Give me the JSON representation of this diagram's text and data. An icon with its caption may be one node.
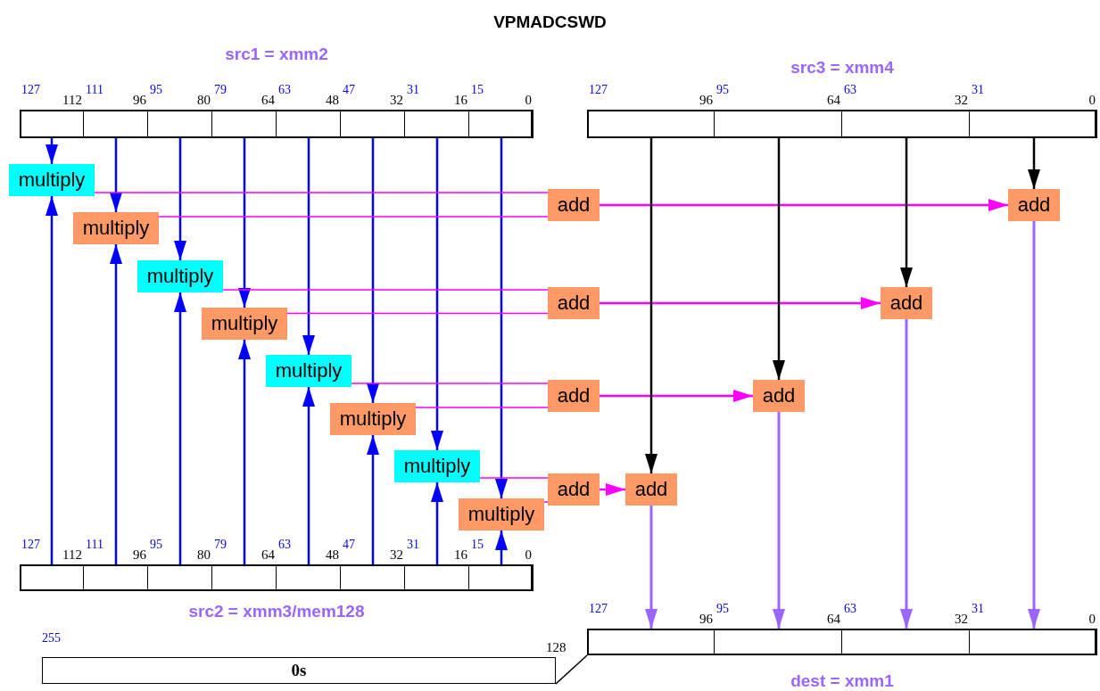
{
  "diagram": {
    "title": "VPMADCSWD",
    "nodes": [
      {
        "text": [
          "src1 = xmm2"
        ]
      },
      {
        "text": [],
        "shape": "box",
        "in": 0
      },
      {
        "text": [],
        "shape": "box",
        "in": 0
      },
      {
        "text": [],
        "shape": "box",
        "in": 0
      },
      {
        "text": [],
        "shape": "box",
        "in": 0
      },
      {
        "text": [],
        "shape": "box",
        "in": 0
      },
      {
        "text": [],
        "shape": "box",
        "in": 0
      },
      {
        "text": [],
        "shape": "box",
        "in": 0
      },
      {
        "text": [],
        "shape": "box",
        "in": 0
      },
      {
        "text": [
          "src3 = xmm4"
        ]
      },
      {
        "text": [],
        "shape": "box",
        "in": 9
      },
      {
        "text": [],
        "shape": "box",
        "in": 9
      },
      {
        "text": [],
        "shape": "box",
        "in": 9
      },
      {
        "text": [],
        "shape": "box",
        "in": 9
      },
      {
        "text": [
          "multiply"
        ]
      },
      {
        "text": [
          "multiply"
        ]
      },
      {
        "text": [
          "multiply"
        ]
      },
      {
        "text": [
          "multiply"
        ]
      },
      {
        "text": [
          "multiply"
        ]
      },
      {
        "text": [
          "multiply"
        ]
      },
      {
        "text": [
          "multiply"
        ]
      },
      {
        "text": [
          "multiply"
        ]
      },
      {
        "text": [
          "add"
        ]
      },
      {
        "text": [
          "add"
        ]
      },
      {
        "text": [
          "add"
        ]
      },
      {
        "text": [
          "add"
        ]
      },
      {
        "text": [
          "add"
        ]
      },
      {
        "text": [
          "add"
        ]
      },
      {
        "text": [
          "add"
        ]
      },
      {
        "text": [
          "add"
        ]
      },
      {
        "text": [
          "src2 = xmm3/mem128"
        ]
      },
      {
        "text": [],
        "shape": "box",
        "in": 30
      },
      {
        "text": [],
        "shape": "box",
        "in": 30
      },
      {
        "text": [],
        "shape": "box",
        "in": 30
      },
      {
        "text": [],
        "shape": "box",
        "in": 30
      },
      {
        "text": [],
        "shape": "box",
        "in": 30
      },
      {
        "text": [],
        "shape": "box",
        "in": 30
      },
      {
        "text": [],
        "shape": "box",
        "in": 30
      },
      {
        "text": [],
        "shape": "box",
        "in": 30
      },
      {
        "text": [
          "0s"
        ]
      },
      {
        "text": [
          "dest = xmm1"
        ]
      },
      {
        "text": [],
        "shape": "box",
        "in": 40
      },
      {
        "text": [],
        "shape": "box",
        "in": 40
      },
      {
        "text": [],
        "shape": "box",
        "in": 40
      },
      {
        "text": [],
        "shape": "box",
        "in": 40
      }
    ],
    "edges": [
      {
        "from": 1,
        "to": 14,
        "arrow": "to"
      },
      {
        "from": 2,
        "to": 15,
        "arrow": "to"
      },
      {
        "from": 3,
        "to": 16,
        "arrow": "to"
      },
      {
        "from": 4,
        "to": 17,
        "arrow": "to"
      },
      {
        "from": 5,
        "to": 18,
        "arrow": "to"
      },
      {
        "from": 6,
        "to": 19,
        "arrow": "to"
      },
      {
        "from": 7,
        "to": 20,
        "arrow": "to"
      },
      {
        "from": 8,
        "to": 21,
        "arrow": "to"
      },
      {
        "from": 31,
        "to": 14,
        "arrow": "to"
      },
      {
        "from": 32,
        "to": 15,
        "arrow": "to"
      },
      {
        "from": 33,
        "to": 16,
        "arrow": "to"
      },
      {
        "from": 34,
        "to": 17,
        "arrow": "to"
      },
      {
        "from": 35,
        "to": 18,
        "arrow": "to"
      },
      {
        "from": 36,
        "to": 19,
        "arrow": "to"
      },
      {
        "from": 37,
        "to": 20,
        "arrow": "to"
      },
      {
        "from": 38,
        "to": 21,
        "arrow": "to"
      },
      {
        "from": 14,
        "to": 22,
        "arrow": "none",
        "color": "#ff00ff"
      },
      {
        "from": 15,
        "to": 22,
        "arrow": "none",
        "color": "#ff00ff"
      },
      {
        "from": 16,
        "to": 23,
        "arrow": "none",
        "color": "#ff00ff"
      },
      {
        "from": 17,
        "to": 23,
        "arrow": "none",
        "color": "#ff00ff"
      },
      {
        "from": 18,
        "to": 24,
        "arrow": "none",
        "color": "#ff00ff"
      },
      {
        "from": 19,
        "to": 24,
        "arrow": "none",
        "color": "#ff00ff"
      },
      {
        "from": 20,
        "to": 25,
        "arrow": "none",
        "color": "#ff00ff"
      },
      {
        "from": 21,
        "to": 25,
        "arrow": "none",
        "color": "#ff00ff"
      },
      {
        "from": 22,
        "to": 26,
        "arrow": "to",
        "color": "#ff00ff"
      },
      {
        "from": 23,
        "to": 27,
        "arrow": "to",
        "color": "#ff00ff"
      },
      {
        "from": 24,
        "to": 28,
        "arrow": "to",
        "color": "#ff00ff"
      },
      {
        "from": 25,
        "to": 29,
        "arrow": "to",
        "color": "#ff00ff"
      },
      {
        "from": 10,
        "to": 29,
        "arrow": "to",
        "color": "#000000"
      },
      {
        "from": 11,
        "to": 28,
        "arrow": "to",
        "color": "#000000"
      },
      {
        "from": 12,
        "to": 27,
        "arrow": "to",
        "color": "#000000"
      },
      {
        "from": 13,
        "to": 26,
        "arrow": "to",
        "color": "#000000"
      },
      {
        "from": 29,
        "to": 41,
        "arrow": "to",
        "color": "#9966ff"
      },
      {
        "from": 28,
        "to": 42,
        "arrow": "to",
        "color": "#9966ff"
      },
      {
        "from": 27,
        "to": 43,
        "arrow": "to",
        "color": "#9966ff"
      },
      {
        "from": 26,
        "to": 44,
        "arrow": "to",
        "color": "#9966ff"
      },
      {
        "from": 39,
        "to": 40,
        "arrow": "none",
        "color": "#000000"
      }
    ],
    "labels": [
      "127",
      "112",
      "111",
      "96",
      "95",
      "80",
      "79",
      "64",
      "63",
      "48",
      "47",
      "32",
      "31",
      "16",
      "15",
      "0",
      "127",
      "96",
      "95",
      "64",
      "63",
      "32",
      "31",
      "0",
      "127",
      "112",
      "111",
      "96",
      "95",
      "80",
      "79",
      "64",
      "63",
      "48",
      "47",
      "32",
      "31",
      "16",
      "15",
      "0",
      "127",
      "96",
      "95",
      "64",
      "63",
      "32",
      "31",
      "0",
      "255",
      "128"
    ]
  }
}
